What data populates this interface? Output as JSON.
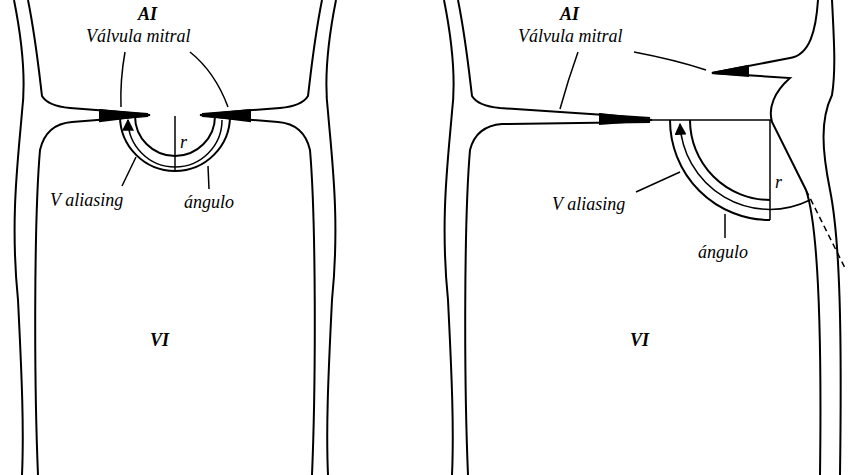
{
  "diagram": {
    "labels": [
      "AI",
      "Válvula mitral",
      "V aliasing",
      "ángulo",
      "r",
      "VI",
      "AI",
      "Válvula mitral",
      "V aliasing",
      "ángulo",
      "r",
      "VI"
    ]
  }
}
